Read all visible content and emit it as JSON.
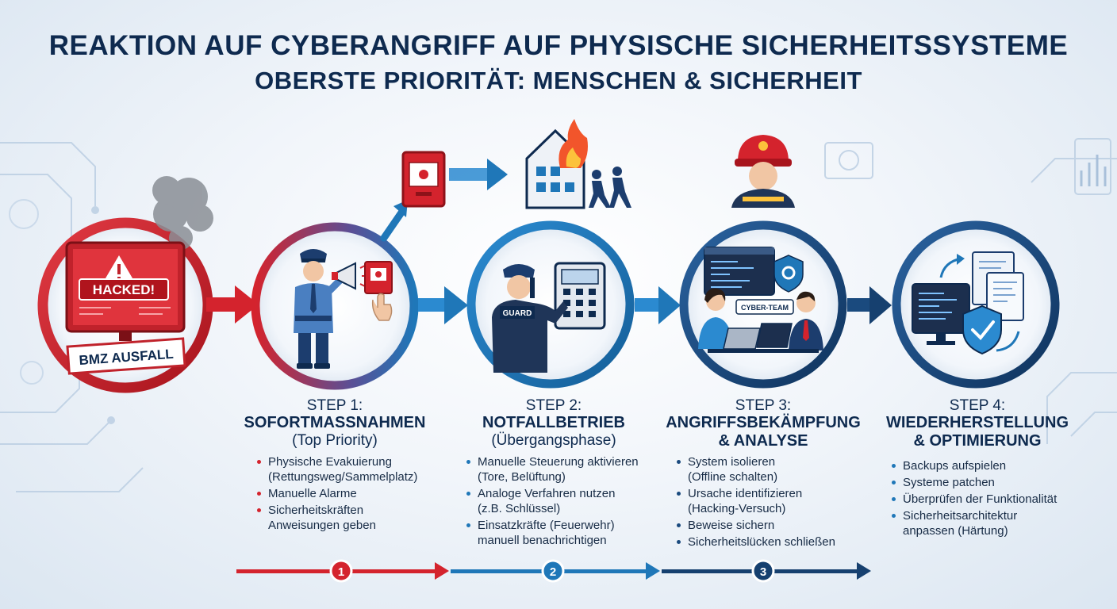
{
  "title": "REAKTION AUF CYBERANGRIFF AUF PHYSISCHE SICHERHEITSSYSTEME",
  "subtitle": "OBERSTE PRIORITÄT: MENSCHEN & SICHERHEIT",
  "incident": {
    "screen_label": "HACKED!",
    "banner": "BMZ AUSFALL"
  },
  "steps": [
    {
      "num": "STEP 1:",
      "name_lines": [
        "SOFORTMASSNAHMEN"
      ],
      "sub": "(Top Priority)",
      "bullets": [
        [
          "Physische Evakuierung",
          "(Rettungsweg/Sammelplatz)"
        ],
        [
          "Manuelle Alarme"
        ],
        [
          "Sicherheitskräften",
          "Anweisungen geben"
        ]
      ]
    },
    {
      "num": "STEP 2:",
      "name_lines": [
        "NOTFALLBETRIEB"
      ],
      "sub": "(Übergangsphase)",
      "bullets": [
        [
          "Manuelle Steuerung aktivieren",
          "(Tore, Belüftung)"
        ],
        [
          "Analoge Verfahren nutzen",
          "(z.B. Schlüssel)"
        ],
        [
          "Einsatzkräfte (Feuerwehr)",
          "manuell benachrichtigen"
        ]
      ]
    },
    {
      "num": "STEP 3:",
      "name_lines": [
        "ANGRIFFSBEKÄMPFUNG",
        "& ANALYSE"
      ],
      "sub": "",
      "bullets": [
        [
          "System isolieren",
          "(Offline schalten)"
        ],
        [
          "Ursache identifizieren",
          "(Hacking-Versuch)"
        ],
        [
          "Beweise sichern"
        ],
        [
          "Sicherheitslücken schließen"
        ]
      ]
    },
    {
      "num": "STEP 4:",
      "name_lines": [
        "WIEDERHERSTELLUNG",
        "& OPTIMIERUNG"
      ],
      "sub": "",
      "bullets": [
        [
          "Backups aufspielen"
        ],
        [
          "Systeme patchen"
        ],
        [
          "Überprüfen der Funktionalität"
        ],
        [
          "Sicherheitsarchitektur",
          "anpassen (Härtung)"
        ]
      ]
    }
  ],
  "step2_icons": {
    "guard_badge": "GUARD"
  },
  "step3_icons": {
    "team_label": "CYBER-TEAM"
  },
  "timeline": {
    "markers": [
      "1",
      "2",
      "3"
    ]
  },
  "colors": {
    "red": "#d4232d",
    "blue": "#1f77b8",
    "navy": "#16406f",
    "title": "#0e2a4f"
  }
}
